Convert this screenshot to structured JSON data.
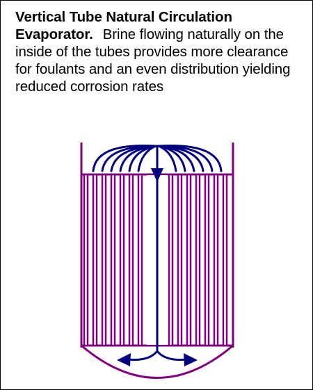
{
  "caption": {
    "title": "Vertical Tube Natural Circulation Evaporator.",
    "body": "Brine flowing naturally on the inside of the tubes provides more clearance for foulants and an even distribution yielding reduced corrosion rates"
  },
  "colors": {
    "vessel": "#800080",
    "flow": "#000080",
    "border": "#000000",
    "text": "#000000"
  },
  "diagram": {
    "tubes_per_bundle": 7,
    "bundles": 2
  }
}
